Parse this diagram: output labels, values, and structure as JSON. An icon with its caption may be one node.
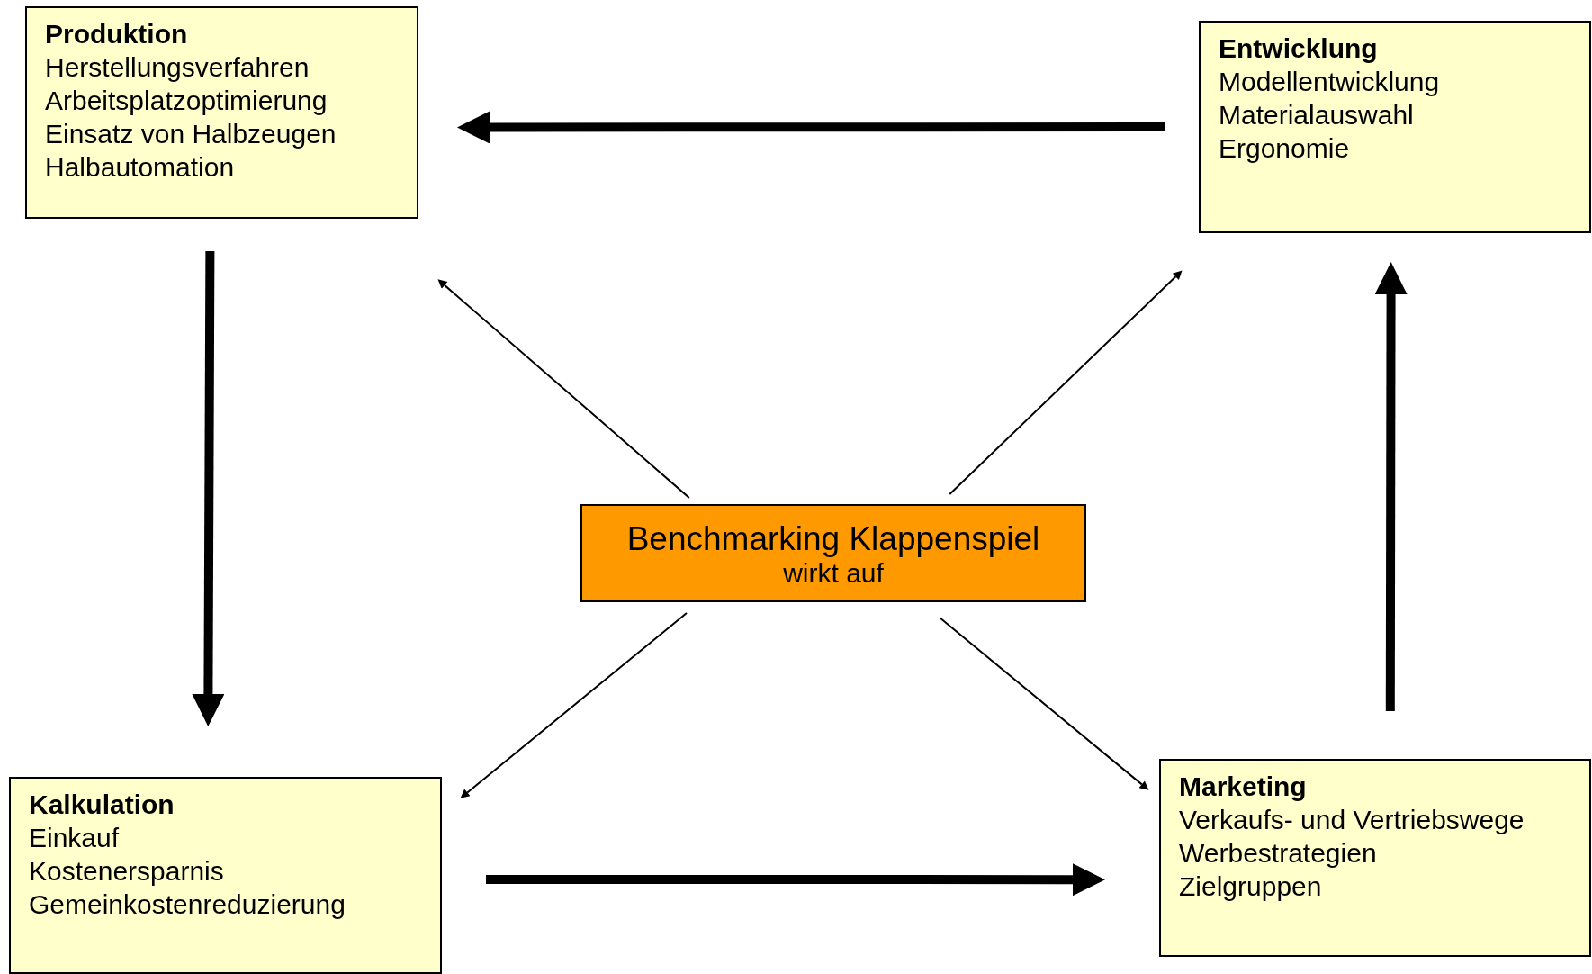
{
  "diagram": {
    "nodes": [
      {
        "text": [
          "Produktion",
          "Herstellungsverfahren",
          "Arbeitsplatzoptimierung",
          "Einsatz von Halbzeugen",
          "Halbautomation"
        ]
      },
      {
        "text": [
          "Entwicklung",
          "Modellentwicklung",
          "Materialauswahl",
          "Ergonomie"
        ]
      },
      {
        "text": [
          "Benchmarking Klappenspiel",
          "wirkt auf"
        ]
      },
      {
        "text": [
          "Kalkulation",
          "Einkauf",
          "Kostenersparnis",
          "Gemeinkostenreduzierung"
        ]
      },
      {
        "text": [
          "Marketing",
          "Verkaufs- und Vertriebswege",
          "Werbestrategien",
          "Zielgruppen"
        ]
      }
    ],
    "edges": [
      {
        "from": 1,
        "to": 0,
        "arrow": "to",
        "style": "thick"
      },
      {
        "from": 0,
        "to": 3,
        "arrow": "to",
        "style": "thick"
      },
      {
        "from": 3,
        "to": 4,
        "arrow": "to",
        "style": "thick"
      },
      {
        "from": 4,
        "to": 1,
        "arrow": "to",
        "style": "thick"
      },
      {
        "from": 2,
        "to": 0,
        "arrow": "to"
      },
      {
        "from": 2,
        "to": 1,
        "arrow": "to"
      },
      {
        "from": 2,
        "to": 3,
        "arrow": "to"
      },
      {
        "from": 2,
        "to": 4,
        "arrow": "to"
      }
    ]
  }
}
